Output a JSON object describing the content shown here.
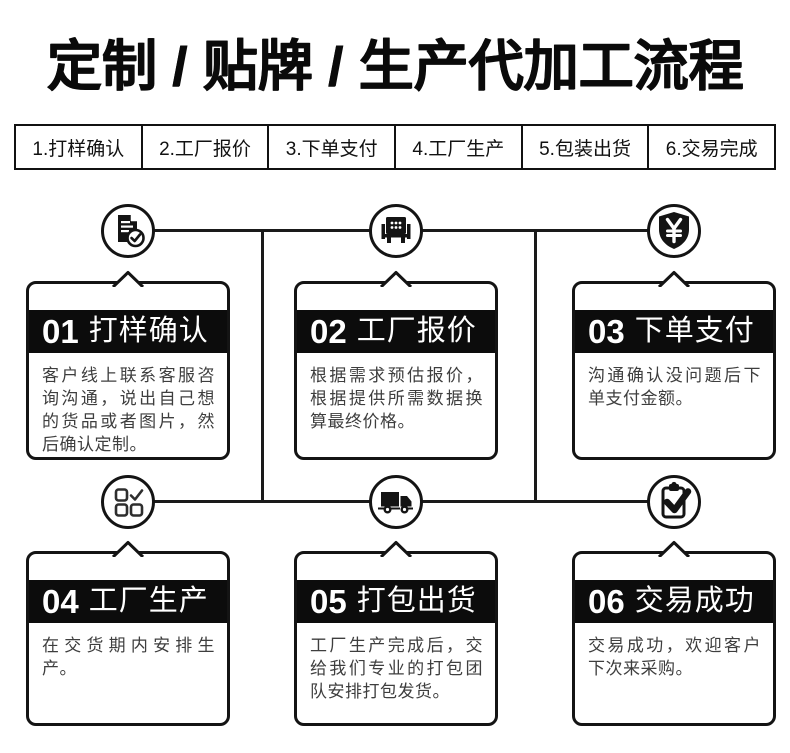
{
  "title": "定制 / 贴牌 / 生产代加工流程",
  "steps": {
    "items": [
      {
        "label": "1.打样确认"
      },
      {
        "label": "2.工厂报价"
      },
      {
        "label": "3.下单支付"
      },
      {
        "label": "4.工厂生产"
      },
      {
        "label": "5.包装出货"
      },
      {
        "label": "6.交易完成"
      }
    ]
  },
  "icons": [
    {
      "name": "document-check-icon"
    },
    {
      "name": "printer-icon"
    },
    {
      "name": "yen-shield-icon"
    },
    {
      "name": "checklist-icon"
    },
    {
      "name": "truck-icon"
    },
    {
      "name": "clipboard-check-icon"
    }
  ],
  "cards": [
    {
      "number": "01",
      "title": "打样确认",
      "body": "客户线上联系客服咨询沟通，说出自己想的货品或者图片，然后确认定制。"
    },
    {
      "number": "02",
      "title": "工厂报价",
      "body": "根据需求预估报价，根据提供所需数据换算最终价格。"
    },
    {
      "number": "03",
      "title": "下单支付",
      "body": "沟通确认没问题后下单支付金额。"
    },
    {
      "number": "04",
      "title": "工厂生产",
      "body": "在交货期内安排生产。"
    },
    {
      "number": "05",
      "title": "打包出货",
      "body": "工厂生产完成后，交给我们专业的打包团队安排打包发货。"
    },
    {
      "number": "06",
      "title": "交易成功",
      "body": "交易成功，欢迎客户下次来采购。"
    }
  ],
  "colors": {
    "ink": "#141414",
    "banner": "#0c0c0c",
    "body_text": "#3e3e3e",
    "background": "#ffffff"
  }
}
